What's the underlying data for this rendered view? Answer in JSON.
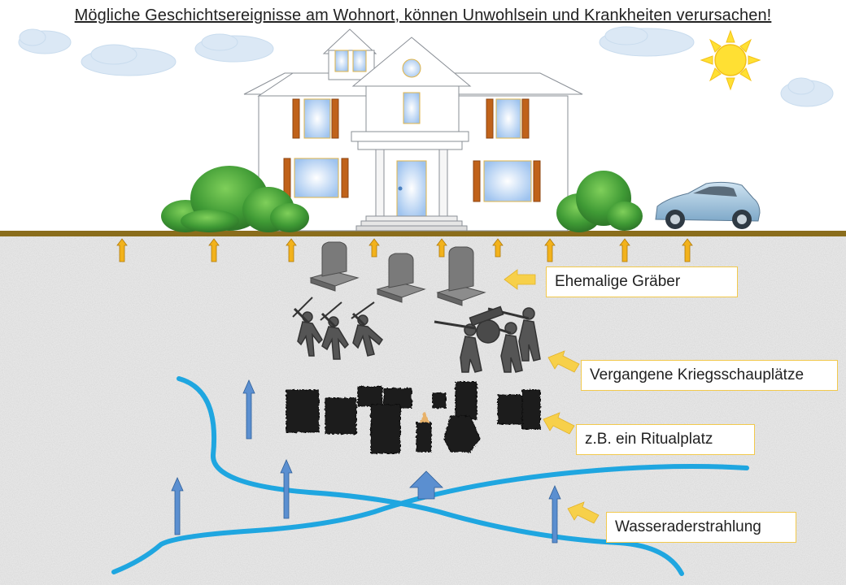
{
  "title": "Mögliche Geschichtsereignisse am Wohnort, können Unwohlsein und Krankheiten verursachen!",
  "labels": {
    "graves": "Ehemalige Gräber",
    "battlefields": "Vergangene Kriegsschauplätze",
    "ritual": "z.B. ein Ritualplatz",
    "water": "Wasseraderstrahlung"
  },
  "colors": {
    "sky": "#ffffff",
    "ground": "#e6e6e6",
    "ground_line": "#8a6d1c",
    "water": "#1fa6e0",
    "radiation_arrow_up": "#5b8fd0",
    "ground_arrow": "#f2b21c",
    "pointer_arrow": "#f7d04a",
    "shutter": "#c0621a",
    "window": "#bcd6f5",
    "sun": "#ffe033"
  }
}
